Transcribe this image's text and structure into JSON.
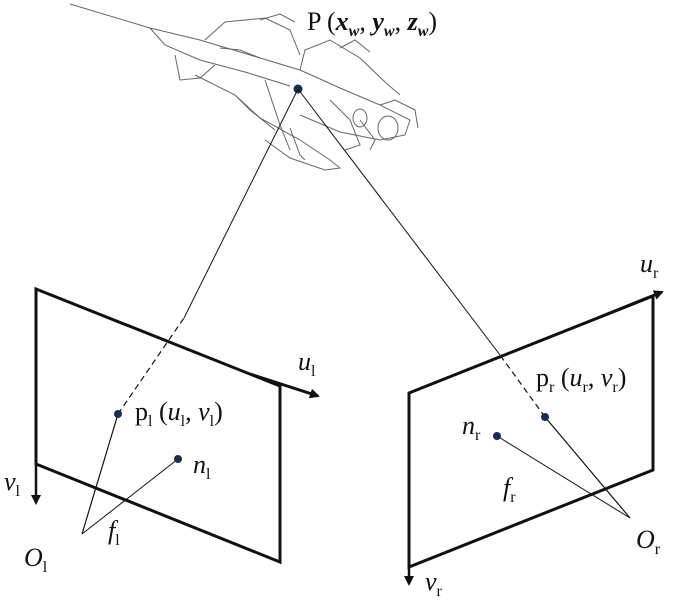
{
  "point_label": {
    "name": "P",
    "x": "x",
    "y": "y",
    "z": "z",
    "sub": "w"
  },
  "left_camera": {
    "u_base": "u",
    "v_base": "v",
    "sub": "l",
    "origin_base": "O",
    "focal_base": "f",
    "normal_base": "n",
    "proj_base": "p"
  },
  "right_camera": {
    "u_base": "u",
    "v_base": "v",
    "sub": "r",
    "origin_base": "O",
    "focal_base": "f",
    "normal_base": "n",
    "proj_base": "p"
  },
  "colors": {
    "line": "#111111",
    "dot": "#1c2c4c",
    "aircraft": "#555555"
  }
}
